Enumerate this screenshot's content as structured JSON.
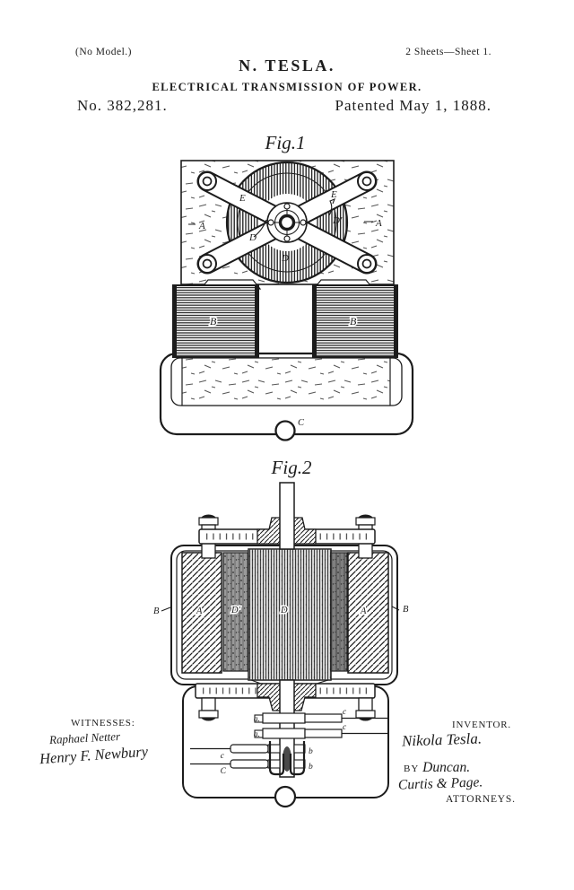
{
  "header": {
    "no_model": "(No Model.)",
    "sheet_info": "2 Sheets—Sheet 1.",
    "inventor_name": "N. TESLA.",
    "invention_title": "ELECTRICAL TRANSMISSION OF POWER.",
    "patent_number": "No. 382,281.",
    "patent_date": "Patented May 1, 1888."
  },
  "fig1": {
    "caption": "Fig.1",
    "labels": {
      "e_left": "E",
      "e_right": "E",
      "a_left": "A",
      "a_right": "A",
      "d_left": "D",
      "d_prime": "D'",
      "d_bottom": "D",
      "b_left": "B",
      "b_right": "B",
      "c": "C"
    }
  },
  "fig2": {
    "caption": "Fig.2",
    "labels": {
      "b_left": "B",
      "b_right": "B",
      "a_left": "A",
      "a_right": "A",
      "d_prime": "D'",
      "d_center": "D",
      "a_upper": "a.",
      "a_lower": "a.",
      "b_upper": "b",
      "b_lower": "b",
      "c_right_upper": "c",
      "c_right_lower": "c",
      "c_left_upper": "c",
      "c_left_lower": "C"
    }
  },
  "signatures": {
    "witnesses_heading": "WITNESSES:",
    "witness_1": "Raphael Netter",
    "witness_2": "Henry F. Newbury",
    "inventor_heading": "INVENTOR.",
    "inventor_signature": "Nikola Tesla.",
    "by_label": "BY",
    "attorney_line_1": "Duncan.",
    "attorney_line_2": "Curtis & Page.",
    "attorneys_label": "ATTORNEYS."
  },
  "colors": {
    "ink": "#1c1c1c",
    "paper": "#ffffff"
  }
}
